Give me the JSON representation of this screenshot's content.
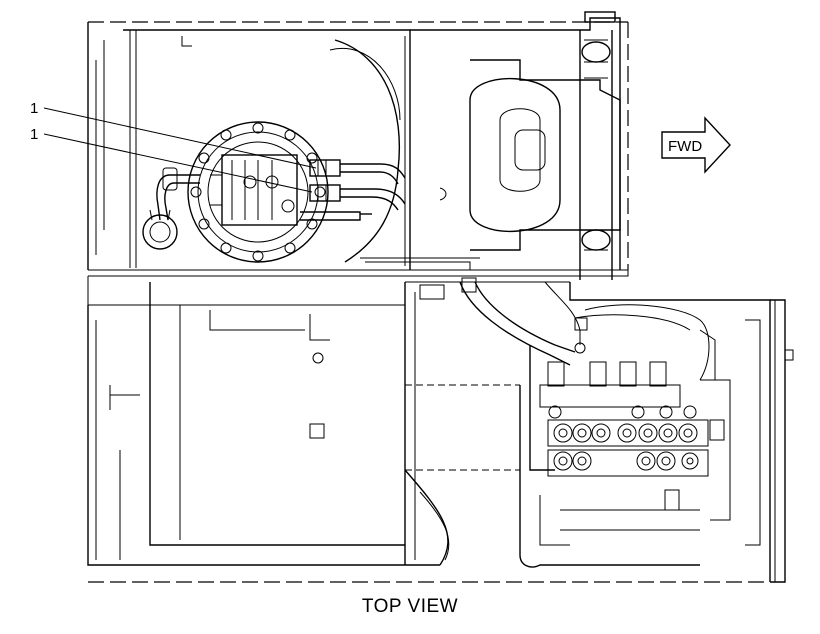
{
  "callouts": [
    "1",
    "1"
  ],
  "direction_label": "FWD",
  "caption": "TOP VIEW"
}
